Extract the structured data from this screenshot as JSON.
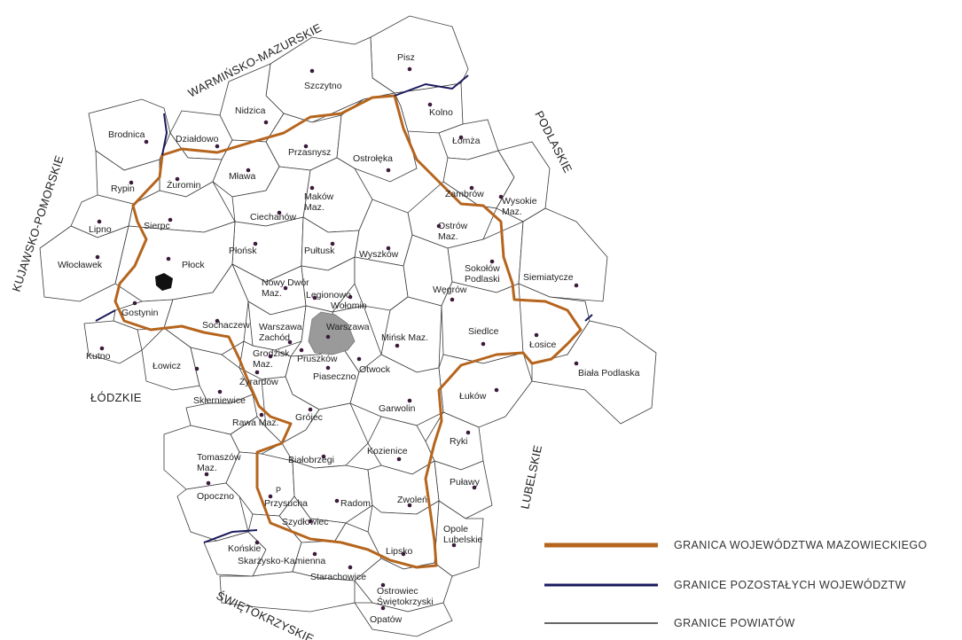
{
  "map": {
    "regions": [
      {
        "id": "warminsko",
        "name": "WARMIŃSKO-MAZURSKIE"
      },
      {
        "id": "podlaskie",
        "name": "PODLASKIE"
      },
      {
        "id": "kujawsko",
        "name": "KUJAWSKO-POMORSKIE"
      },
      {
        "id": "lodzkie",
        "name": "ŁÓDZKIE"
      },
      {
        "id": "lubelskie",
        "name": "LUBELSKIE"
      },
      {
        "id": "swietokrzyskie",
        "name": "ŚWIĘTOKRZYSKIE"
      }
    ],
    "cities": [
      {
        "id": "pisz",
        "name": "Pisz"
      },
      {
        "id": "szczytno",
        "name": "Szczytno"
      },
      {
        "id": "nidzica",
        "name": "Nidzica"
      },
      {
        "id": "kolno",
        "name": "Kolno"
      },
      {
        "id": "lomza",
        "name": "Łomża"
      },
      {
        "id": "brodnica",
        "name": "Brodnica"
      },
      {
        "id": "dzialdowo",
        "name": "Działdowo"
      },
      {
        "id": "przasnysz",
        "name": "Przasnysz"
      },
      {
        "id": "ostroleka",
        "name": "Ostrołęka"
      },
      {
        "id": "mlawa",
        "name": "Mława"
      },
      {
        "id": "zuromin",
        "name": "Żuromin"
      },
      {
        "id": "rypin",
        "name": "Rypin"
      },
      {
        "id": "zambrow",
        "name": "Zambrów"
      },
      {
        "id": "makow",
        "name": "Maków\nMaz."
      },
      {
        "id": "wysokie",
        "name": "Wysokie\nMaz."
      },
      {
        "id": "ciechanow",
        "name": "Ciechanów"
      },
      {
        "id": "sierpc",
        "name": "Sierpc"
      },
      {
        "id": "lipno",
        "name": "Lipno"
      },
      {
        "id": "ostrow",
        "name": "Ostrów\nMaz."
      },
      {
        "id": "plonsk",
        "name": "Płońsk"
      },
      {
        "id": "pultusk",
        "name": "Pułtusk"
      },
      {
        "id": "wyszkow",
        "name": "Wyszków"
      },
      {
        "id": "wloclawek",
        "name": "Włocławek"
      },
      {
        "id": "plock",
        "name": "Płock"
      },
      {
        "id": "sokolow",
        "name": "Sokołów\nPodlaski"
      },
      {
        "id": "siemiatycze",
        "name": "Siemiatycze"
      },
      {
        "id": "nowydwor",
        "name": "Nowy Dwór\nMaz."
      },
      {
        "id": "legionowo",
        "name": "Legionowo"
      },
      {
        "id": "wegrow",
        "name": "Węgrów"
      },
      {
        "id": "wolomin",
        "name": "Wołomin"
      },
      {
        "id": "gostynin",
        "name": "Gostynin"
      },
      {
        "id": "sochaczew",
        "name": "Sochaczew"
      },
      {
        "id": "warszawazach",
        "name": "Warszawa\nZachód"
      },
      {
        "id": "warszawa",
        "name": "Warszawa"
      },
      {
        "id": "minsk",
        "name": "Mińsk Maz."
      },
      {
        "id": "siedlce",
        "name": "Siedlce"
      },
      {
        "id": "losice",
        "name": "Łosice"
      },
      {
        "id": "kutno",
        "name": "Kutno"
      },
      {
        "id": "grodzisk",
        "name": "Grodzisk\nMaz."
      },
      {
        "id": "pruszkow",
        "name": "Pruszków"
      },
      {
        "id": "otwock",
        "name": "Otwock"
      },
      {
        "id": "lowicz",
        "name": "Łowicz"
      },
      {
        "id": "piaseczno",
        "name": "Piaseczno"
      },
      {
        "id": "bialapodl",
        "name": "Biała Podlaska"
      },
      {
        "id": "zyrardow",
        "name": "Żyrardów"
      },
      {
        "id": "lukow",
        "name": "Łuków"
      },
      {
        "id": "skierniewice",
        "name": "Skierniewice"
      },
      {
        "id": "garwolin",
        "name": "Garwolin"
      },
      {
        "id": "grojec",
        "name": "Grójec"
      },
      {
        "id": "rawa",
        "name": "Rawa Maz."
      },
      {
        "id": "ryki",
        "name": "Ryki"
      },
      {
        "id": "tomaszow",
        "name": "Tomaszów\nMaz."
      },
      {
        "id": "kozienice",
        "name": "Kozienice"
      },
      {
        "id": "bialobrzegi",
        "name": "Białobrzegi"
      },
      {
        "id": "pulawy",
        "name": "Puławy"
      },
      {
        "id": "opoczno",
        "name": "Opoczno"
      },
      {
        "id": "przysucha",
        "name": "Przysucha"
      },
      {
        "id": "radom",
        "name": "Radom"
      },
      {
        "id": "zwolen",
        "name": "Zwoleń"
      },
      {
        "id": "szydlowiec",
        "name": "Szydłowiec"
      },
      {
        "id": "opole",
        "name": "Opole\nLubelskie"
      },
      {
        "id": "lipsko",
        "name": "Lipsko"
      },
      {
        "id": "konskie",
        "name": "Końskie"
      },
      {
        "id": "skarzysko",
        "name": "Skarżysko-Kamienna"
      },
      {
        "id": "starachowice",
        "name": "Starachowice"
      },
      {
        "id": "ostrowiec",
        "name": "Ostrowiec\nŚwiętokrzyski"
      },
      {
        "id": "opatow",
        "name": "Opatów"
      }
    ],
    "marker_p": "P"
  },
  "legend": {
    "items": [
      {
        "label": "GRANICA WOJEWÓDZTWA MAZOWIECKIEGO",
        "color": "#b5651d"
      },
      {
        "label": "GRANICE POZOSTAŁYCH WOJEWÓDZTW",
        "color": "#1a1a5e"
      },
      {
        "label": "GRANICE POWIATÓW",
        "color": "#333333"
      }
    ]
  }
}
